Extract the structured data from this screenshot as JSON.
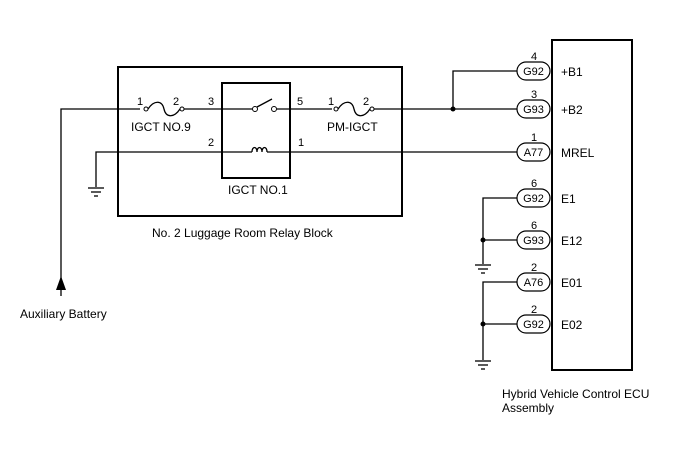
{
  "relay_block": {
    "label": "No. 2 Luggage Room Relay Block",
    "fuse_igct9": {
      "label": "IGCT NO.9",
      "pin_left": "1",
      "pin_right": "2"
    },
    "relay_igct1": {
      "label": "IGCT NO.1",
      "pin_switch_in": "3",
      "pin_switch_out": "5",
      "pin_coil_in": "2",
      "pin_coil_out": "1"
    },
    "fuse_pm_igct": {
      "label": "PM-IGCT",
      "pin_left": "1",
      "pin_right": "2"
    }
  },
  "battery": {
    "label": "Auxiliary Battery"
  },
  "ecu": {
    "label_line1": "Hybrid Vehicle Control ECU",
    "label_line2": "Assembly",
    "terminals": [
      {
        "pin": "4",
        "connector": "G92",
        "signal": "+B1"
      },
      {
        "pin": "3",
        "connector": "G93",
        "signal": "+B2"
      },
      {
        "pin": "1",
        "connector": "A77",
        "signal": "MREL"
      },
      {
        "pin": "6",
        "connector": "G92",
        "signal": "E1"
      },
      {
        "pin": "6",
        "connector": "G93",
        "signal": "E12"
      },
      {
        "pin": "2",
        "connector": "A76",
        "signal": "E01"
      },
      {
        "pin": "2",
        "connector": "G92",
        "signal": "E02"
      }
    ]
  }
}
